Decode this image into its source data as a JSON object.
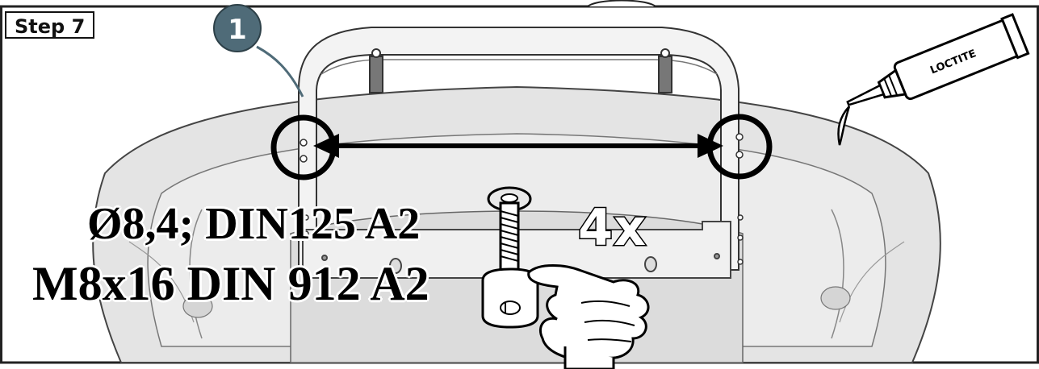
{
  "step": {
    "label": "Step 7"
  },
  "callout": {
    "number": "1"
  },
  "specs": {
    "washer": "Ø8,4; DIN125 A2",
    "screw": "M8x16 DIN 912 A2"
  },
  "quantity": "4x",
  "adhesive": {
    "label": "LOCTITE"
  },
  "icons": [
    "loctite-tube-icon",
    "hand-pointer-icon",
    "measurement-arrow-icon",
    "screw-icon",
    "washer-icon"
  ]
}
